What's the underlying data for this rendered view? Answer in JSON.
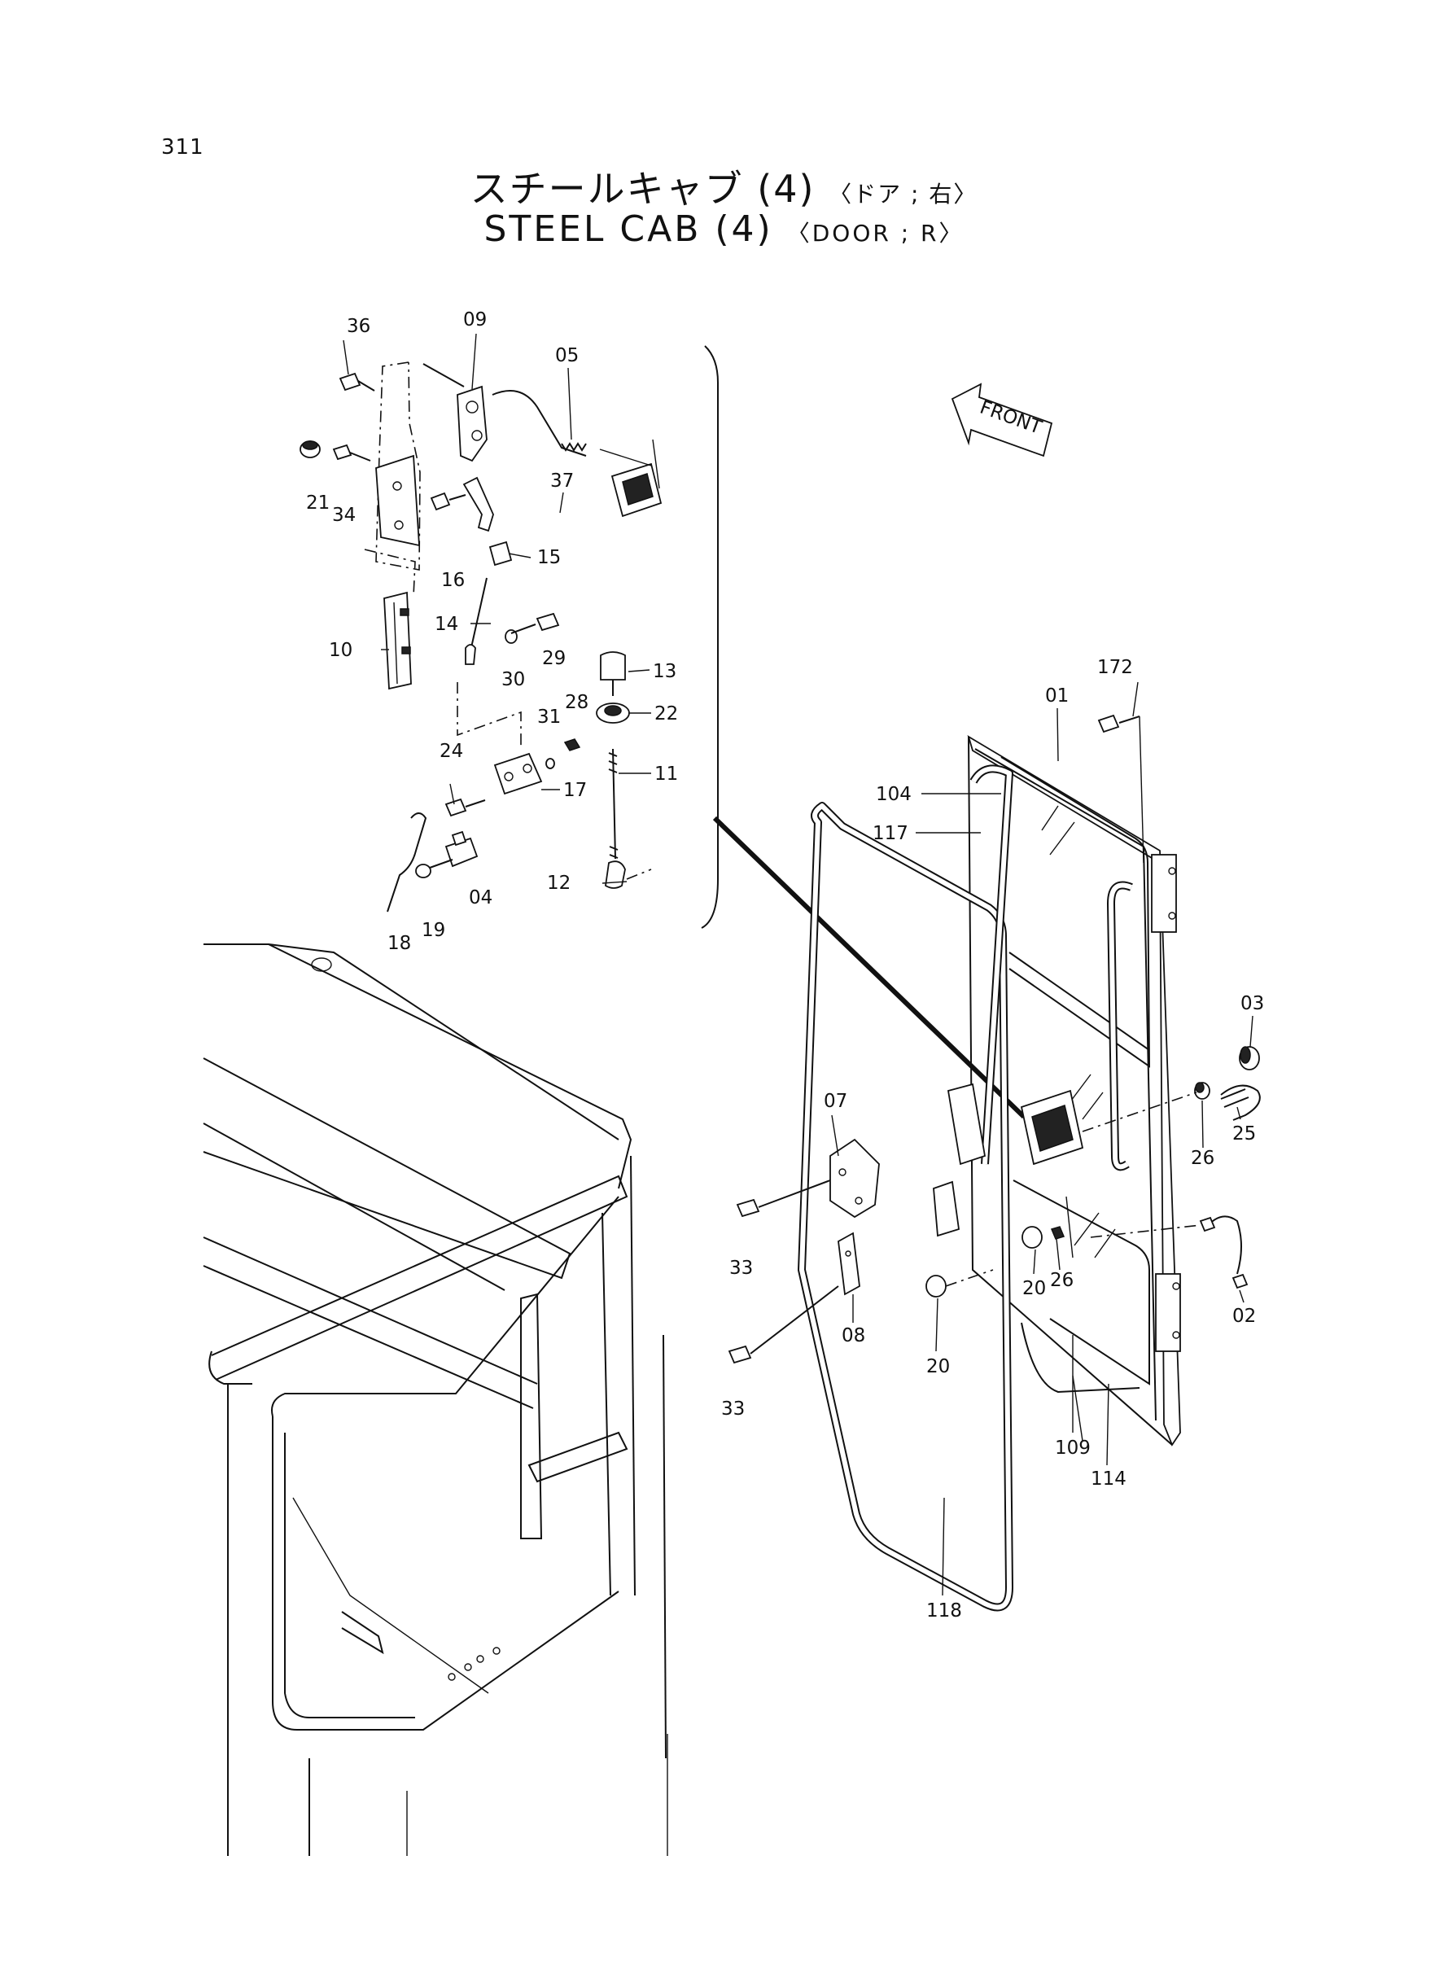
{
  "page_number": "311",
  "title": {
    "jp_main": "スチールキャブ (4)",
    "jp_sub": "〈ドア ; 右〉",
    "en_main": "STEEL CAB (4)",
    "en_sub": "〈DOOR ; R〉"
  },
  "front_label": "FRONT",
  "callouts": {
    "c36": "36",
    "c09": "09",
    "c05": "05",
    "c21": "21",
    "c34": "34",
    "c37": "37",
    "c16": "16",
    "c15": "15",
    "c14": "14",
    "c10": "10",
    "c30": "30",
    "c29": "29",
    "c13": "13",
    "c22": "22",
    "c31": "31",
    "c28": "28",
    "c24": "24",
    "c17": "17",
    "c11": "11",
    "c12": "12",
    "c04": "04",
    "c18": "18",
    "c19": "19",
    "c172": "172",
    "c01": "01",
    "c104": "104",
    "c117": "117",
    "c03": "03",
    "c07": "07",
    "c26a": "26",
    "c25": "25",
    "c33a": "33",
    "c20a": "20",
    "c26b": "26",
    "c02": "02",
    "c08": "08",
    "c20b": "20",
    "c33b": "33",
    "c109": "109",
    "c114": "114",
    "c118": "118"
  }
}
